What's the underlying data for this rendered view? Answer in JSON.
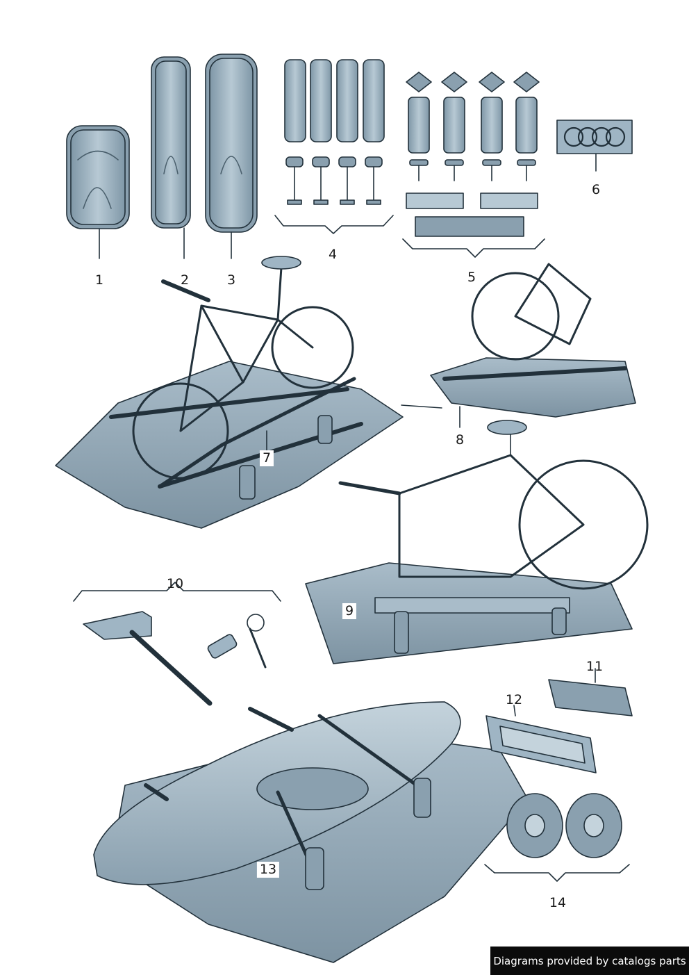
{
  "callouts": {
    "c1": "1",
    "c2": "2",
    "c3": "3",
    "c4": "4",
    "c5": "5",
    "c6": "6",
    "c7": "7",
    "c8": "8",
    "c9": "9",
    "c10": "10",
    "c11": "11",
    "c12": "12",
    "c13": "13",
    "c14": "14"
  },
  "footer": {
    "text": "Diagrams provided by catalogs parts"
  },
  "colors": {
    "part_fill": "#9fb5c4",
    "part_dark": "#6f8797",
    "outline": "#22313b",
    "background": "#ffffff"
  }
}
